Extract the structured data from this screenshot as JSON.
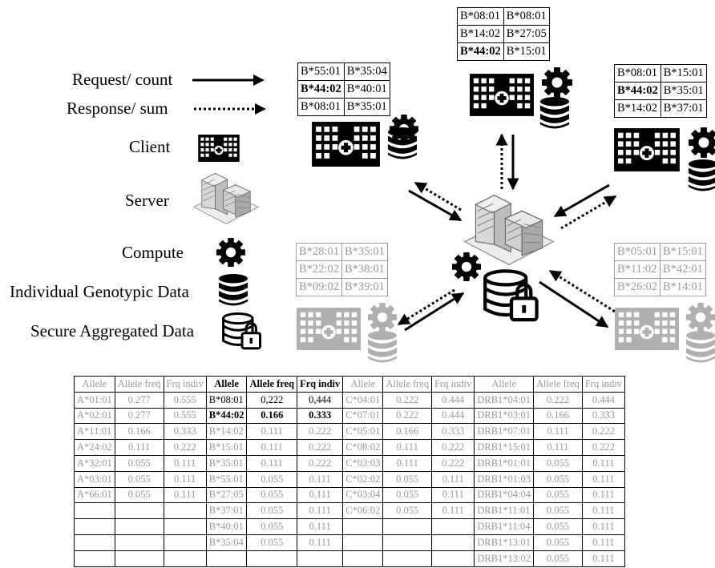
{
  "legend": {
    "request_label": "Request/ count",
    "response_label": "Response/ sum",
    "client_label": "Client",
    "server_label": "Server",
    "compute_label": "Compute",
    "individual_label": "Individual Genotypic Data",
    "secure_label": "Secure Aggregated Data"
  },
  "clients": {
    "left": [
      [
        "B*55:01",
        "B*35:04"
      ],
      [
        "B*44:02",
        "B*40:01"
      ],
      [
        "B*08:01",
        "B*35:01"
      ]
    ],
    "top": [
      [
        "B*08:01",
        "B*08:01"
      ],
      [
        "B*14:02",
        "B*27:05"
      ],
      [
        "B*44:02",
        "B*15:01"
      ]
    ],
    "right": [
      [
        "B*08:01",
        "B*15:01"
      ],
      [
        "B*44:02",
        "B*35:01"
      ],
      [
        "B*14:02",
        "B*37:01"
      ]
    ],
    "bottom_left": [
      [
        "B*28:01",
        "B*35:01"
      ],
      [
        "B*22:02",
        "B*38:01"
      ],
      [
        "B*09:02",
        "B*39:01"
      ]
    ],
    "bottom_right": [
      [
        "B*05:01",
        "B*15:01"
      ],
      [
        "B*11:02",
        "B*42:01"
      ],
      [
        "B*26:02",
        "B*14:01"
      ]
    ]
  },
  "freq_table": {
    "headers": [
      "Allele",
      "Allele freq",
      "Frq indiv",
      "Allele",
      "Allele freq",
      "Frq indiv",
      "Allele",
      "Allele freq",
      "Frq indiv",
      "Allele",
      "Allele freq",
      "Frq indiv"
    ],
    "rows": [
      [
        "A*01:01",
        "0.277",
        "0.555",
        "B*08:01",
        "0,222",
        "0,444",
        "C*04:01",
        "0.222",
        "0.444",
        "DRB1*04:01",
        "0.222",
        "0.444"
      ],
      [
        "A*02:01",
        "0.277",
        "0.555",
        "B*44:02",
        "0.166",
        "0.333",
        "C*07:01",
        "0.222",
        "0.444",
        "DRB1*03:01",
        "0.166",
        "0.333"
      ],
      [
        "A*11:01",
        "0.166",
        "0.333",
        "B*14:02",
        "0.111",
        "0.222",
        "C*05:01",
        "0.166",
        "0.333",
        "DRB1*07:01",
        "0.111",
        "0.222"
      ],
      [
        "A*24:02",
        "0.111",
        "0.222",
        "B*15:01",
        "0.111",
        "0.222",
        "C*08:02",
        "0.111",
        "0.222",
        "DRB1*15:01",
        "0.111",
        "0.222"
      ],
      [
        "A*32:01",
        "0.055",
        "0.111",
        "B*35:01",
        "0.111",
        "0.222",
        "C*03:03",
        "0.111",
        "0.222",
        "DRB1*01:01",
        "0.055",
        "0.111"
      ],
      [
        "A*03:01",
        "0.055",
        "0.111",
        "B*55:01",
        "0.055",
        "0.111",
        "C*02:02",
        "0.055",
        "0.111",
        "DRB1*01:03",
        "0.055",
        "0.111"
      ],
      [
        "A*66:01",
        "0.055",
        "0.111",
        "B*27:05",
        "0.055",
        "0.111",
        "C*03:04",
        "0.055",
        "0.111",
        "DRB1*04:04",
        "0.055",
        "0.111"
      ],
      [
        "",
        "",
        "",
        "B*37:01",
        "0.055",
        "0.111",
        "C*06:02",
        "0.055",
        "0.111",
        "DRB1*11:01",
        "0.055",
        "0.111"
      ],
      [
        "",
        "",
        "",
        "B*40:01",
        "0.055",
        "0.111",
        "",
        "",
        "",
        "DRB1*11:04",
        "0.055",
        "0.111"
      ],
      [
        "",
        "",
        "",
        "B*35:04",
        "0.055",
        "0.111",
        "",
        "",
        "",
        "DRB1*13:01",
        "0.055",
        "0.111"
      ],
      [
        "",
        "",
        "",
        "",
        "",
        "",
        "",
        "",
        "",
        "DRB1*13:02",
        "0.055",
        "0.111"
      ]
    ]
  }
}
